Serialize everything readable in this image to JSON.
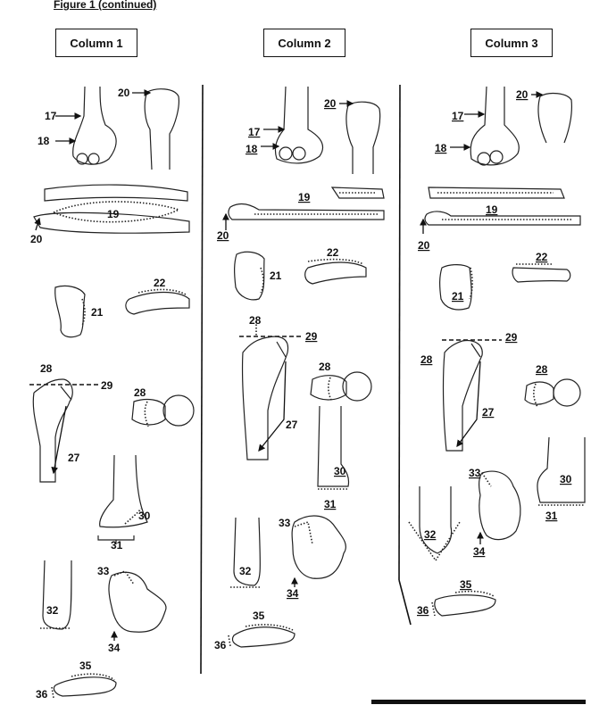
{
  "figure_title": "Figure 1 (continued)",
  "columns": [
    {
      "heading": "Column 1",
      "labels": [
        "17",
        "18",
        "20",
        "19",
        "20",
        "21",
        "22",
        "28",
        "29",
        "28",
        "27",
        "30",
        "31",
        "32",
        "33",
        "34",
        "35",
        "36"
      ]
    },
    {
      "heading": "Column 2",
      "labels": [
        "17",
        "18",
        "20",
        "19",
        "20",
        "21",
        "22",
        "28",
        "29",
        "28",
        "27",
        "30",
        "31",
        "32",
        "33",
        "34",
        "35",
        "36"
      ]
    },
    {
      "heading": "Column 3",
      "labels": [
        "17",
        "18",
        "20",
        "19",
        "20",
        "21",
        "22",
        "28",
        "29",
        "28",
        "27",
        "30",
        "31",
        "32",
        "33",
        "34",
        "35",
        "36"
      ]
    }
  ]
}
